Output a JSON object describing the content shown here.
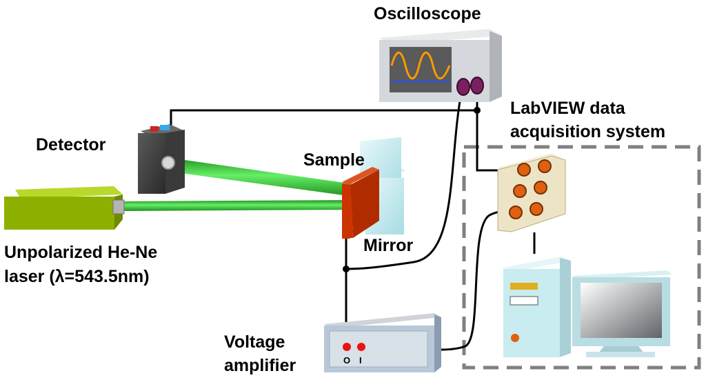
{
  "diagram": {
    "labels": {
      "oscilloscope": "Oscilloscope",
      "labview_line1": "LabVIEW data",
      "labview_line2": "acquisition system",
      "detector": "Detector",
      "sample": "Sample",
      "mirror": "Mirror",
      "laser_line1": "Unpolarized He-Ne",
      "laser_line2": "laser (λ=543.5nm)",
      "amplifier_line1": "Voltage",
      "amplifier_line2": "amplifier",
      "amp_output_mark": "O",
      "amp_input_mark": "I"
    },
    "colors": {
      "laser_body": "#8db000",
      "laser_beam": "#33cc33",
      "detector_body": "#4a4a4a",
      "sample_body": "#cc3300",
      "mirror_body": "#b7e6ec",
      "scope_body": "#d4d8dc",
      "scope_screen": "#5a5a5a",
      "scope_wave": "#ff9900",
      "scope_baseline": "#3355cc",
      "daq_box": "#ece4c4",
      "daq_knob": "#e06010",
      "pc_body": "#c8ecf0",
      "dashed_frame": "#808080",
      "wire": "#000000",
      "probe": "#7a2060",
      "amp_terminal": "#ee1111"
    }
  }
}
